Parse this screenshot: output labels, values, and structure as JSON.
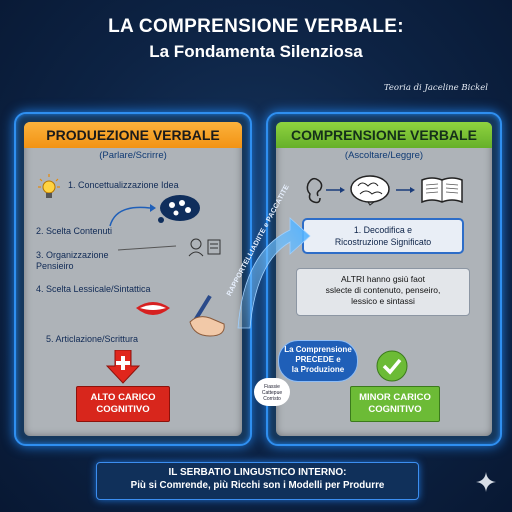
{
  "header": {
    "title": "LA COMPRENSIONE VERBALE:",
    "subtitle": "La Fondamenta Silenziosa",
    "credit": "Teoria di Jaceline Bickel"
  },
  "left_panel": {
    "title": "PRODUEZIONE VERBALE",
    "subtitle": "(Parlare/Scrirre)",
    "steps": [
      "1. Concettualizzazione Idea",
      "2. Scelta Contenuti",
      "3. Organizzazione\nPensieiro",
      "4. Scelta Lessicale/Sintattica",
      "5. Articlazione/Scrittura"
    ],
    "load_label": "ALTO CARICO\nCOGNITIVO",
    "accent": "#d8261c"
  },
  "right_panel": {
    "title": "COMPRENSIONE VERBALE",
    "subtitle": "(Ascoltare/Leggre)",
    "decode_box": "1. Decodifica e\nRicostruzione Significato",
    "others_box": "ALTRI hanno gsiù faot\nsslecte di contenuto, penseiro,\nlessico e sintassi",
    "load_label": "MINOR CARICO\nCOGNITIVO",
    "accent": "#6cbb36"
  },
  "middle": {
    "diagonal_text": "RAPPORTELLIADIITE e PACCATITE",
    "bubble_text": "La Comprensione\nPRECEDE e\nla Produzione",
    "head_text": "Fiassie\nCattepue\nCorristo"
  },
  "footer": {
    "line1": "IL SERBATIO LINGUSTICO INTERNO:",
    "line2": "Più si Comrende, più Ricchi son i Modelli per Produrre"
  },
  "icons": [
    "lightbulb-icon",
    "thought-bubble-icon",
    "people-icon",
    "mouth-icon",
    "writing-hand-icon",
    "down-arrow-icon",
    "plus-icon",
    "ear-icon",
    "brain-icon",
    "book-icon",
    "checkmark-icon",
    "sparkle-icon"
  ]
}
